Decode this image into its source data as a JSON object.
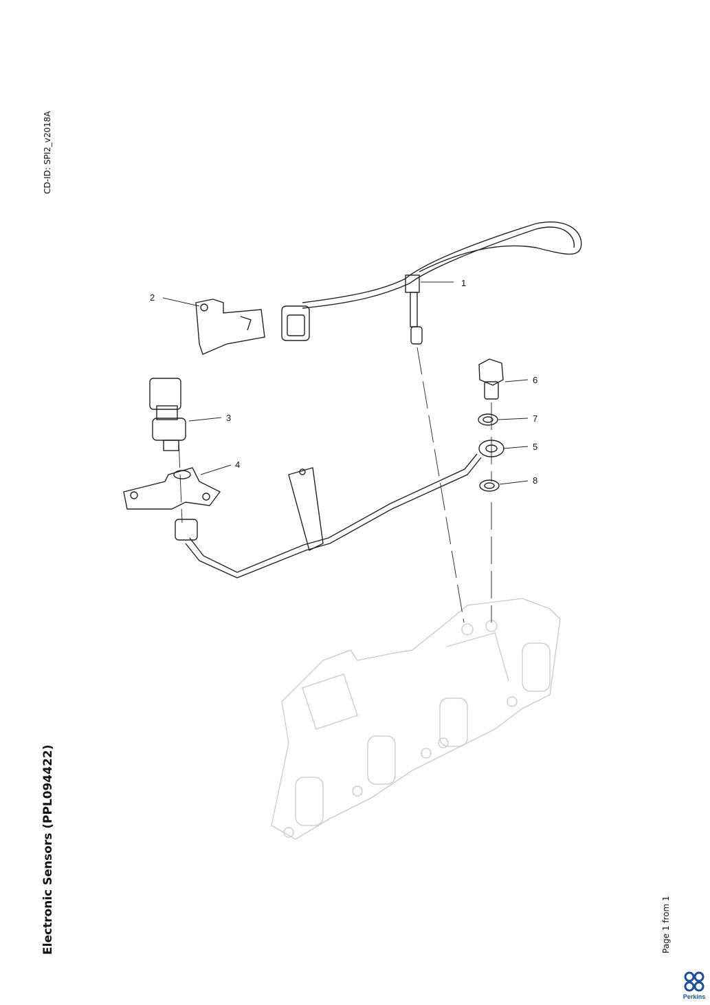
{
  "document": {
    "cd_id": "CD-ID: SPI2_v2018A",
    "title": "Electronic Sensors (PPL094422)",
    "page_info": "Page 1 from 1",
    "brand": "Perkins",
    "brand_color": "#1a4f9c"
  },
  "diagram": {
    "callouts": [
      "1",
      "2",
      "3",
      "4",
      "5",
      "6",
      "7",
      "8"
    ]
  }
}
